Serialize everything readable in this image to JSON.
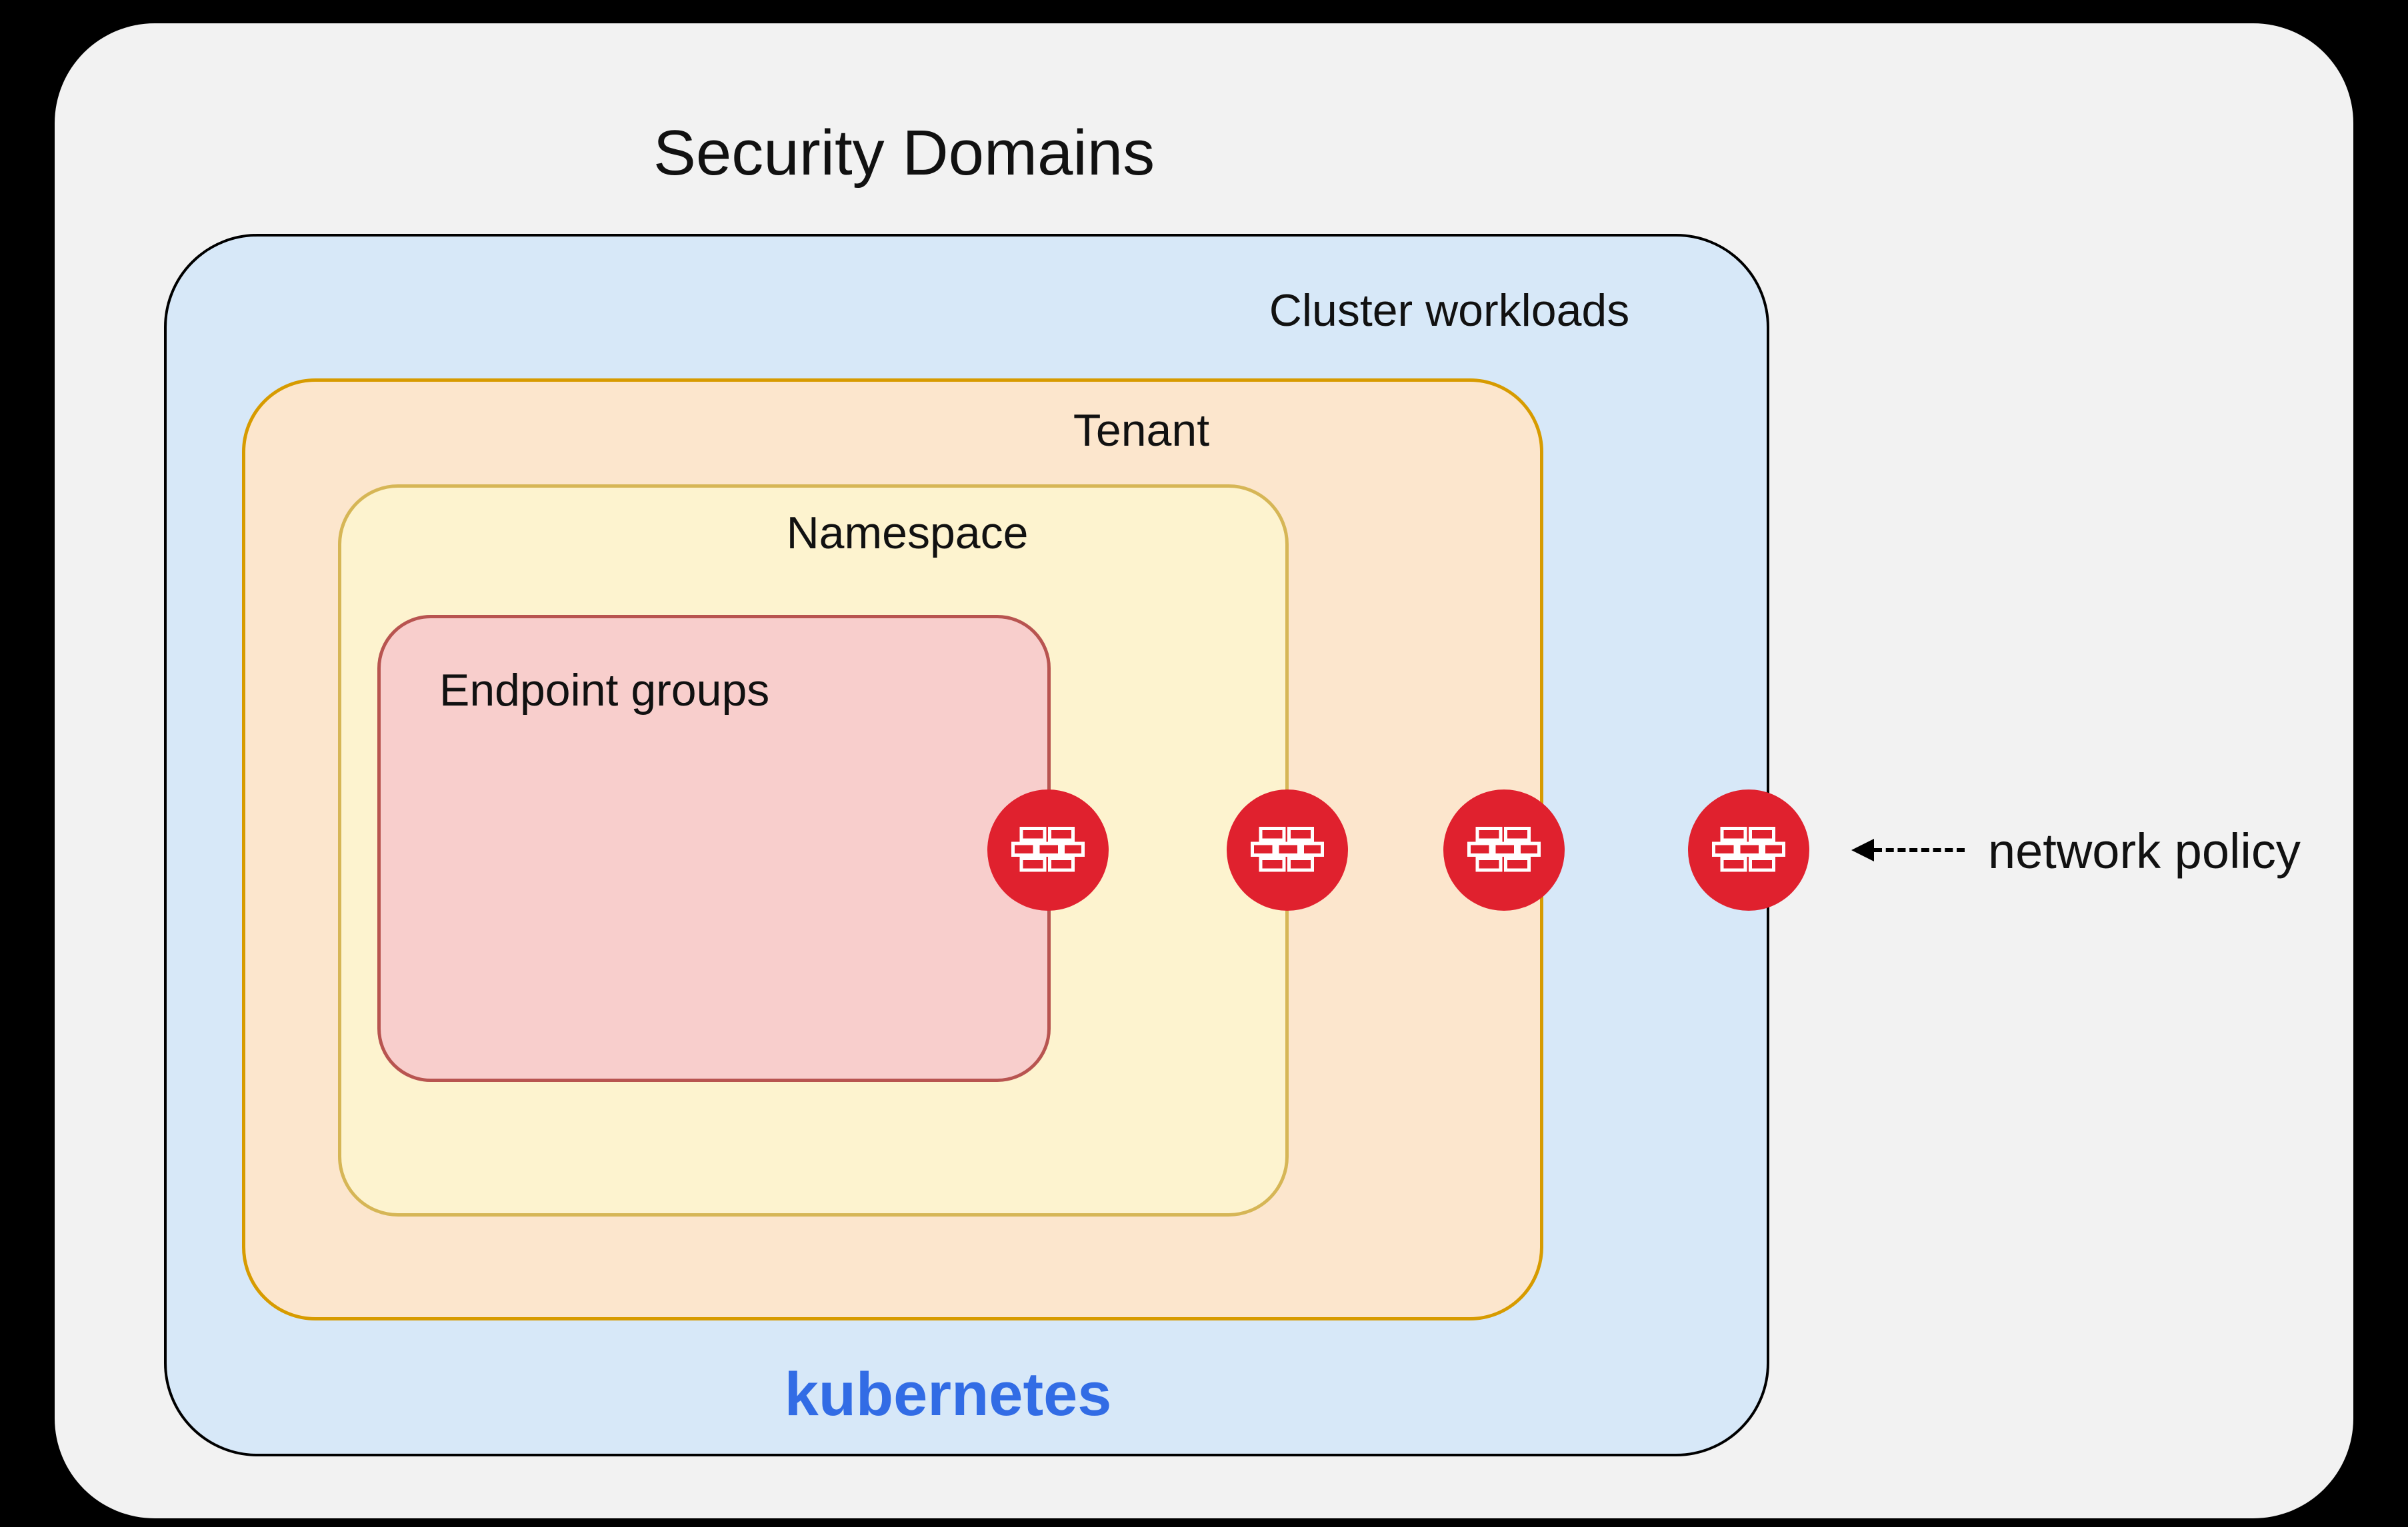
{
  "diagram": {
    "title": "Security Domains",
    "boxes": {
      "cluster": {
        "label": "Cluster workloads",
        "fill": "#d7e8f8",
        "border": "#000000"
      },
      "tenant": {
        "label": "Tenant",
        "fill": "#fce6cd",
        "border": "#d79b00"
      },
      "namespace": {
        "label": "Namespace",
        "fill": "#fdf3cf",
        "border": "#d6b656"
      },
      "endpoint_groups": {
        "label": "Endpoint groups",
        "fill": "#f8cecc",
        "border": "#b85450"
      }
    },
    "kubernetes_label": "kubernetes",
    "kubernetes_color": "#326ce5",
    "firewall": {
      "icon": "firewall-brick-icon",
      "color": "#e0212e",
      "count": 4
    },
    "annotation": {
      "label": "network policy"
    }
  }
}
